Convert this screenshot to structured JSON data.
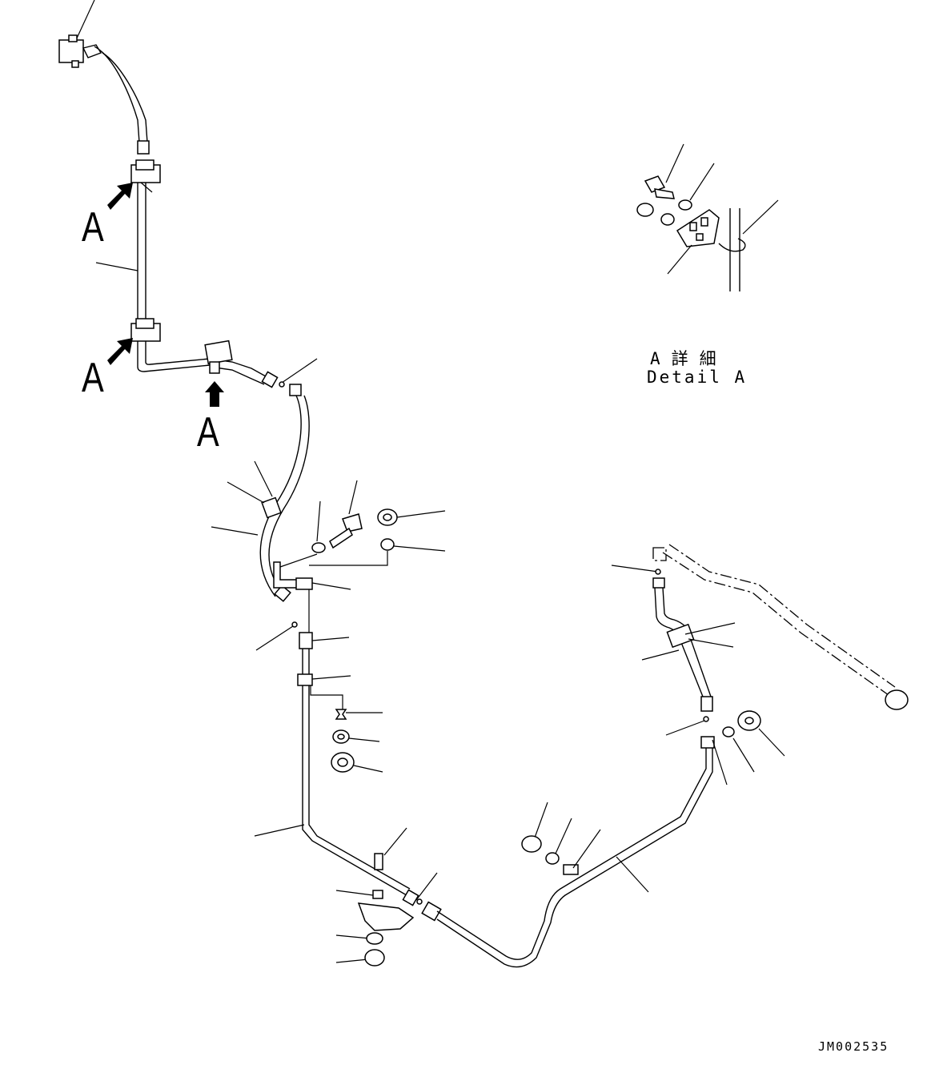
{
  "view_labels": [
    "A",
    "A",
    "A"
  ],
  "detail": {
    "title_jp": "A詳細",
    "title_en": "Detail A"
  },
  "drawing_code": "JM002535",
  "colors": {
    "line": "#000000",
    "background": "#ffffff"
  }
}
